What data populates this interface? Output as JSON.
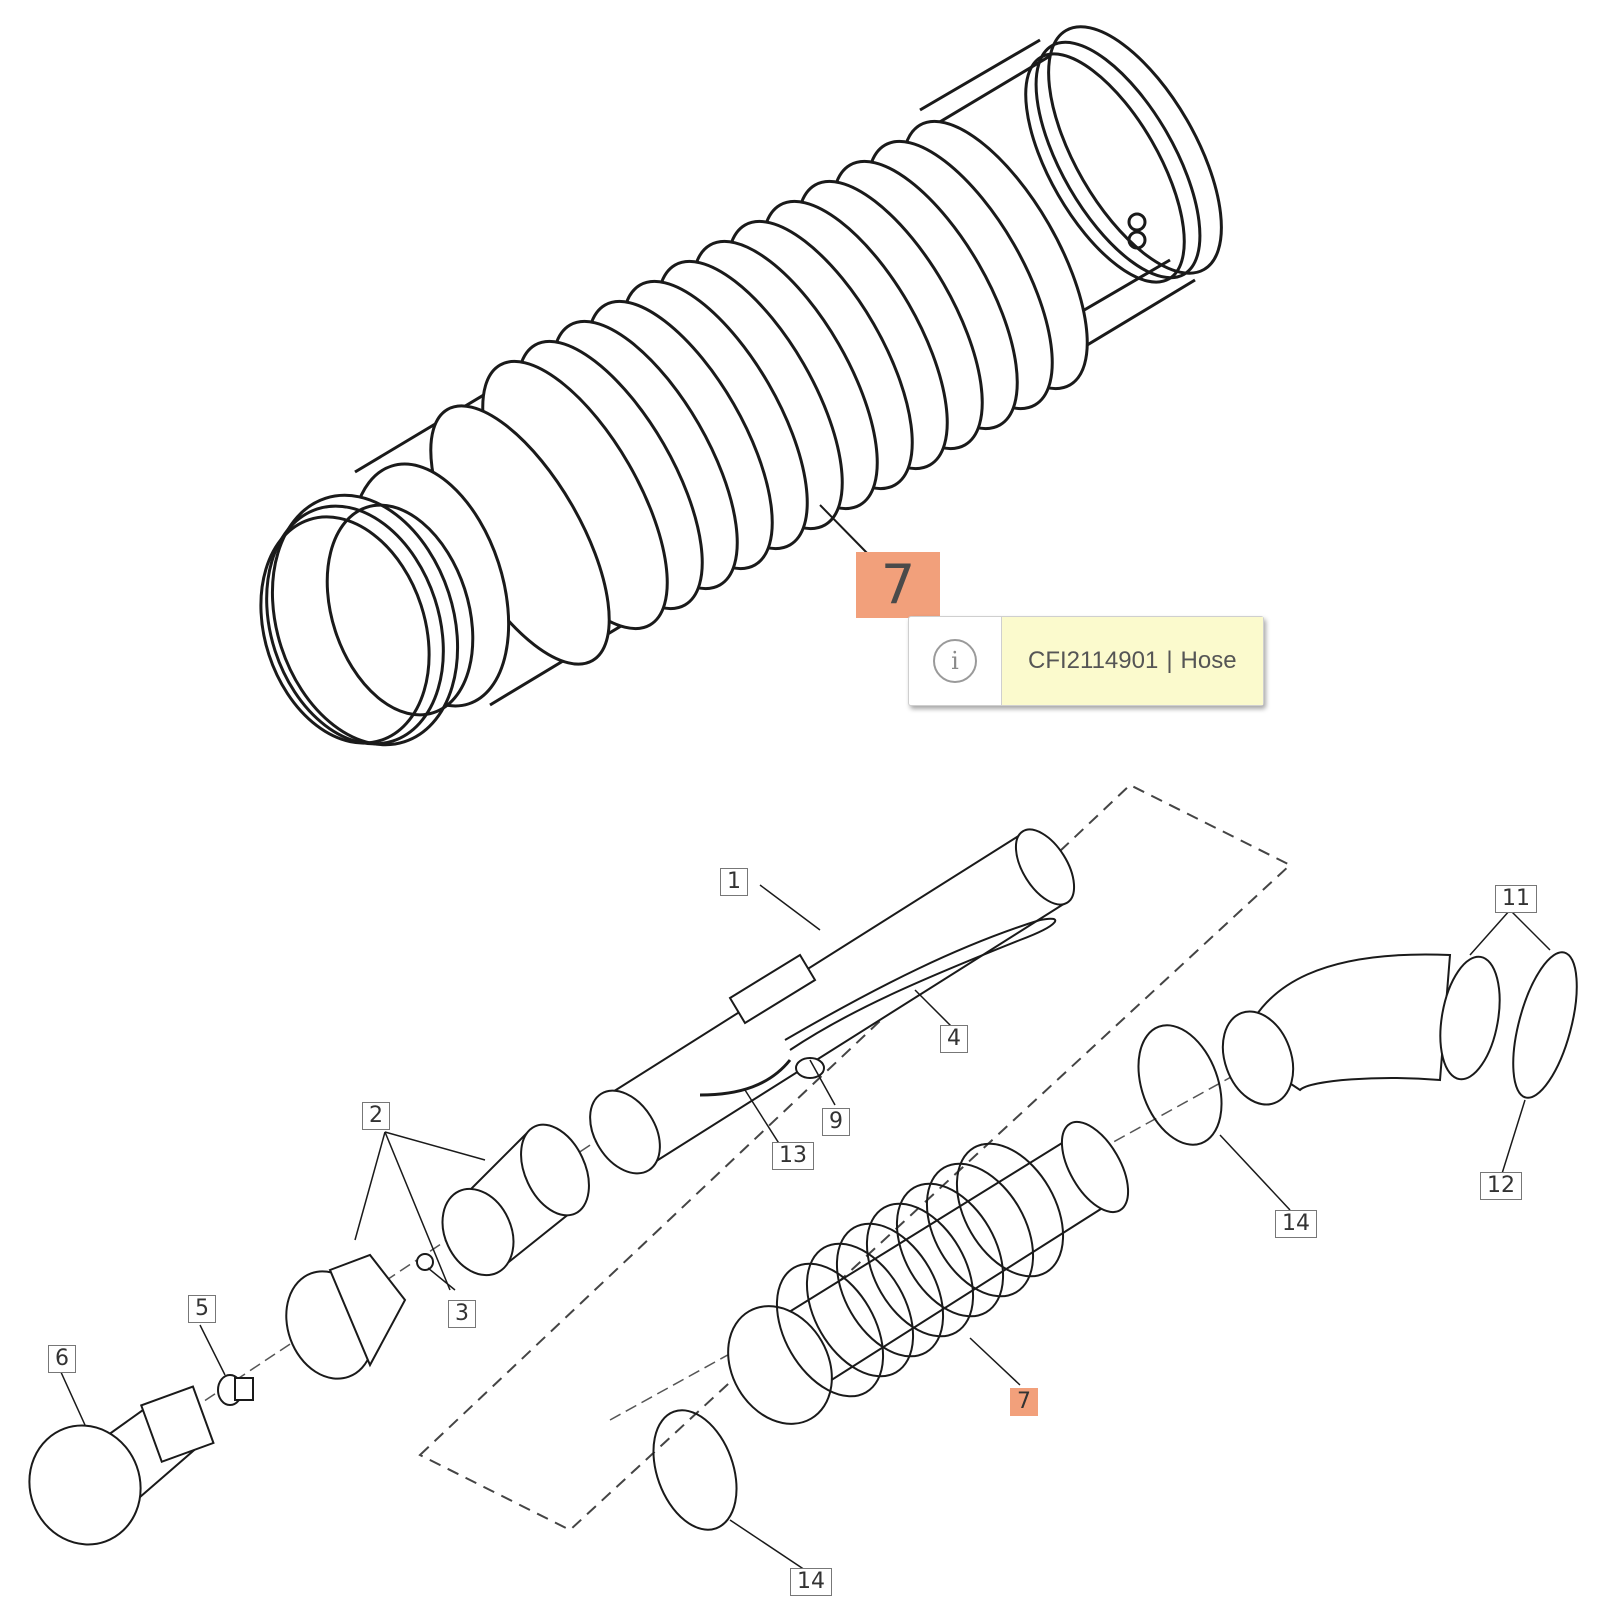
{
  "highlight_label": "7",
  "tooltip": {
    "icon": "info-icon",
    "icon_glyph": "i",
    "part_number": "CFI2114901",
    "separator": "|",
    "part_name": "Hose"
  },
  "callouts": [
    {
      "id": "1",
      "text": "1"
    },
    {
      "id": "2",
      "text": "2"
    },
    {
      "id": "3",
      "text": "3"
    },
    {
      "id": "4",
      "text": "4"
    },
    {
      "id": "5",
      "text": "5"
    },
    {
      "id": "6",
      "text": "6"
    },
    {
      "id": "7",
      "text": "7"
    },
    {
      "id": "9",
      "text": "9"
    },
    {
      "id": "11",
      "text": "11"
    },
    {
      "id": "12",
      "text": "12"
    },
    {
      "id": "13",
      "text": "13"
    },
    {
      "id": "14a",
      "text": "14"
    },
    {
      "id": "14b",
      "text": "14"
    }
  ],
  "colors": {
    "highlight": "#f2a07b",
    "tooltip_bg": "#fbfacd",
    "line": "#1a1a1a"
  }
}
